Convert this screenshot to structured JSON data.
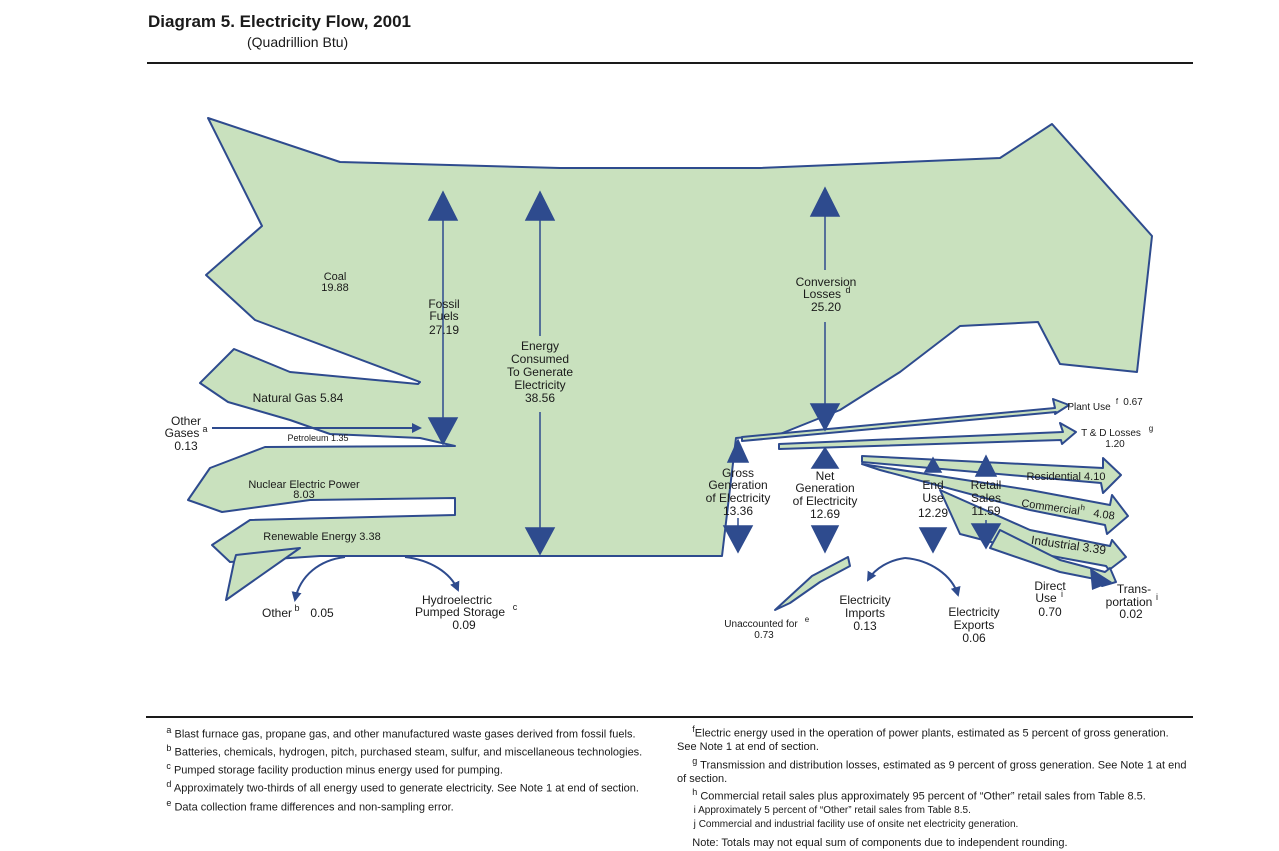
{
  "header": {
    "title": "Diagram 5.  Electricity  Flow, 2001",
    "subtitle": "(Quadrillion Btu)"
  },
  "colors": {
    "flow_fill": "#c9e1be",
    "flow_stroke": "#2e4b8e",
    "arrow": "#2e4b8e",
    "text": "#1a1a1a"
  },
  "flows": {
    "coal": {
      "name": "Coal",
      "value": "19.88"
    },
    "natural_gas": {
      "name": "Natural Gas 5.84"
    },
    "other_gases": {
      "name1": "Other",
      "name2": "Gases",
      "sup": "a",
      "value": "0.13"
    },
    "petroleum": {
      "name": "Petroleum 1.35"
    },
    "nuclear": {
      "name": "Nuclear Electric Power",
      "value": "8.03"
    },
    "renewable": {
      "name": "Renewable Energy 3.38"
    },
    "other": {
      "name": "Other",
      "sup": "b",
      "value": "0.05"
    },
    "hydro": {
      "name1": "Hydroelectric",
      "name2": "Pumped Storage",
      "sup": "c",
      "value": "0.09"
    },
    "fossil": {
      "l1": "Fossil",
      "l2": "Fuels",
      "value": "27.19"
    },
    "energy_consumed": {
      "l1": "Energy",
      "l2": "Consumed",
      "l3": "To Generate",
      "l4": "Electricity",
      "value": "38.56"
    },
    "conversion": {
      "l1": "Conversion",
      "l2": "Losses",
      "sup": "d",
      "value": "25.20"
    },
    "plant_use": {
      "name": "Plant Use",
      "sup": "f",
      "value": "0.67"
    },
    "td_losses": {
      "name": "T & D Losses",
      "sup": "g",
      "value": "1.20"
    },
    "gross": {
      "l1": "Gross",
      "l2": "Generation",
      "l3": "of Electricity",
      "value": "13.36"
    },
    "net": {
      "l1": "Net",
      "l2": "Generation",
      "l3": "of Electricity",
      "value": "12.69"
    },
    "end_use": {
      "l1": "End",
      "l2": "Use",
      "value": "12.29"
    },
    "retail": {
      "l1": "Retail",
      "l2": "Sales",
      "value": "11.59"
    },
    "residential": {
      "name": "Residential 4.10"
    },
    "commercial": {
      "name": "Commercial",
      "sup": "h",
      "value": "4.08"
    },
    "industrial": {
      "name": "Industrial 3.39"
    },
    "direct_use": {
      "l1": "Direct",
      "l2": "Use",
      "sup": "i",
      "value": "0.70"
    },
    "transportation": {
      "l1": "Trans-",
      "l2": "portation",
      "sup": "i",
      "value": "0.02"
    },
    "unaccounted": {
      "name": "Unaccounted for",
      "sup": "e",
      "value": "0.73"
    },
    "imports": {
      "l1": "Electricity",
      "l2": "Imports",
      "value": "0.13"
    },
    "exports": {
      "l1": "Electricity",
      "l2": "Exports",
      "value": "0.06"
    }
  },
  "footnotes": {
    "left": [
      {
        "sup": "a",
        "text": "Blast furnace gas, propane gas, and other manufactured waste gases derived from fossil fuels."
      },
      {
        "sup": "b",
        "text": "Batteries, chemicals, hydrogen, pitch, purchased steam, sulfur, and miscellaneous technologies."
      },
      {
        "sup": "c",
        "text": "Pumped storage facility production minus energy used for pumping."
      },
      {
        "sup": "d",
        "text": "Approximately two-thirds of all energy used to generate electricity.  See Note 1 at end of section."
      },
      {
        "sup": "e",
        "text": "Data collection frame differences and non-sampling error."
      }
    ],
    "right": [
      {
        "sup": "f",
        "text": "Electric energy used in the operation of power plants, estimated as 5 percent of gross generation.  See Note 1 at end of section."
      },
      {
        "sup": "g",
        "text": "Transmission and distribution losses, estimated as 9 percent of gross generation.  See Note 1 at end of section."
      },
      {
        "sup": "h",
        "text": "Commercial retail sales plus approximately 95 percent of “Other” retail sales from Table 8.5."
      },
      {
        "sup": "i",
        "text": "Approximately 5 percent of “Other” retail sales from Table 8.5."
      },
      {
        "sup": "j",
        "text": "Commercial and industrial facility use of onsite net electricity generation."
      }
    ],
    "note": "Note:  Totals may not equal sum of components due to independent rounding."
  }
}
